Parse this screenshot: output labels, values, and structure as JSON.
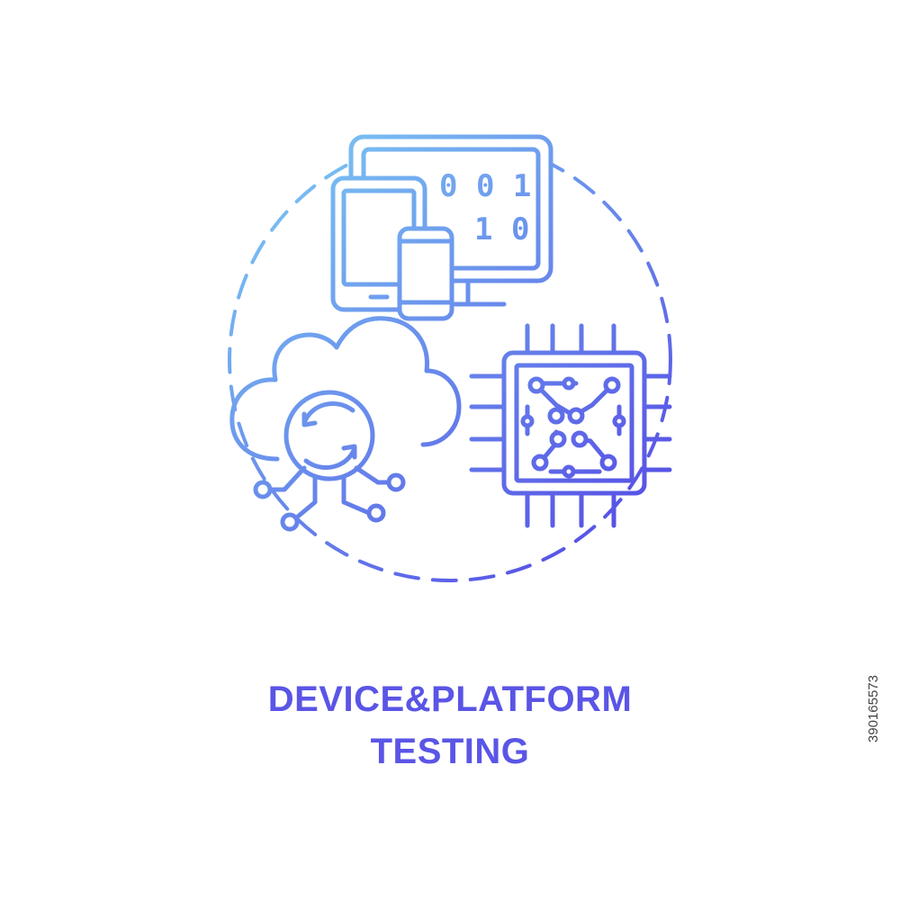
{
  "caption": {
    "line1": "DEVICE&PLATFORM",
    "line2": "TESTING"
  },
  "watermark": {
    "stock_id": "390165573"
  },
  "icons": {
    "devices": "devices-icon",
    "monitor_code_1": "0 0 1",
    "monitor_code_2": "1 0",
    "cloud": "cloud-sync-icon",
    "chip": "processor-chip-icon"
  },
  "colors": {
    "gradient_start": "#6fc3f2",
    "gradient_end": "#5b4ee6",
    "caption": "#5a55e6",
    "background": "#ffffff"
  }
}
